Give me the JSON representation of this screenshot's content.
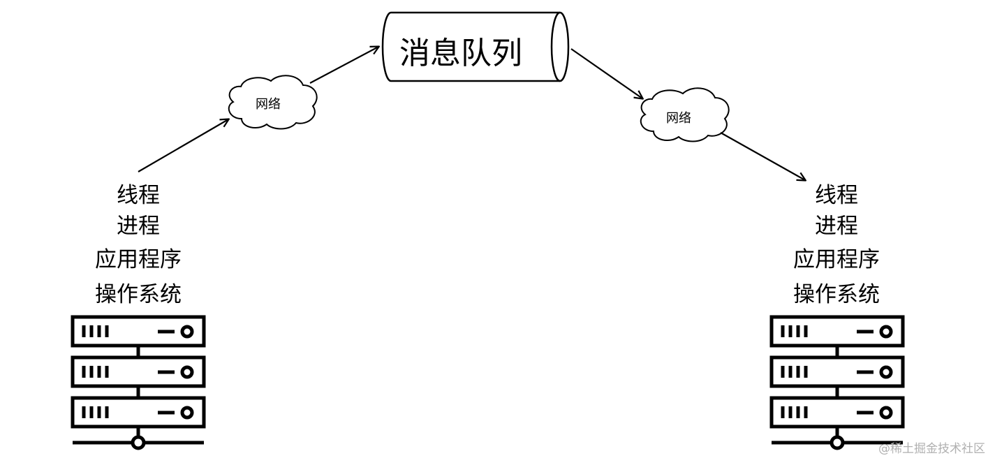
{
  "diagram": {
    "queue": {
      "title": "消息队列"
    },
    "networks": [
      {
        "label": "网络"
      },
      {
        "label": "网络"
      }
    ],
    "left_host": {
      "layers": [
        "线程",
        "进程",
        "应用程序",
        "操作系统"
      ]
    },
    "right_host": {
      "layers": [
        "线程",
        "进程",
        "应用程序",
        "操作系统"
      ]
    }
  },
  "watermark": "@稀土掘金技术社区"
}
